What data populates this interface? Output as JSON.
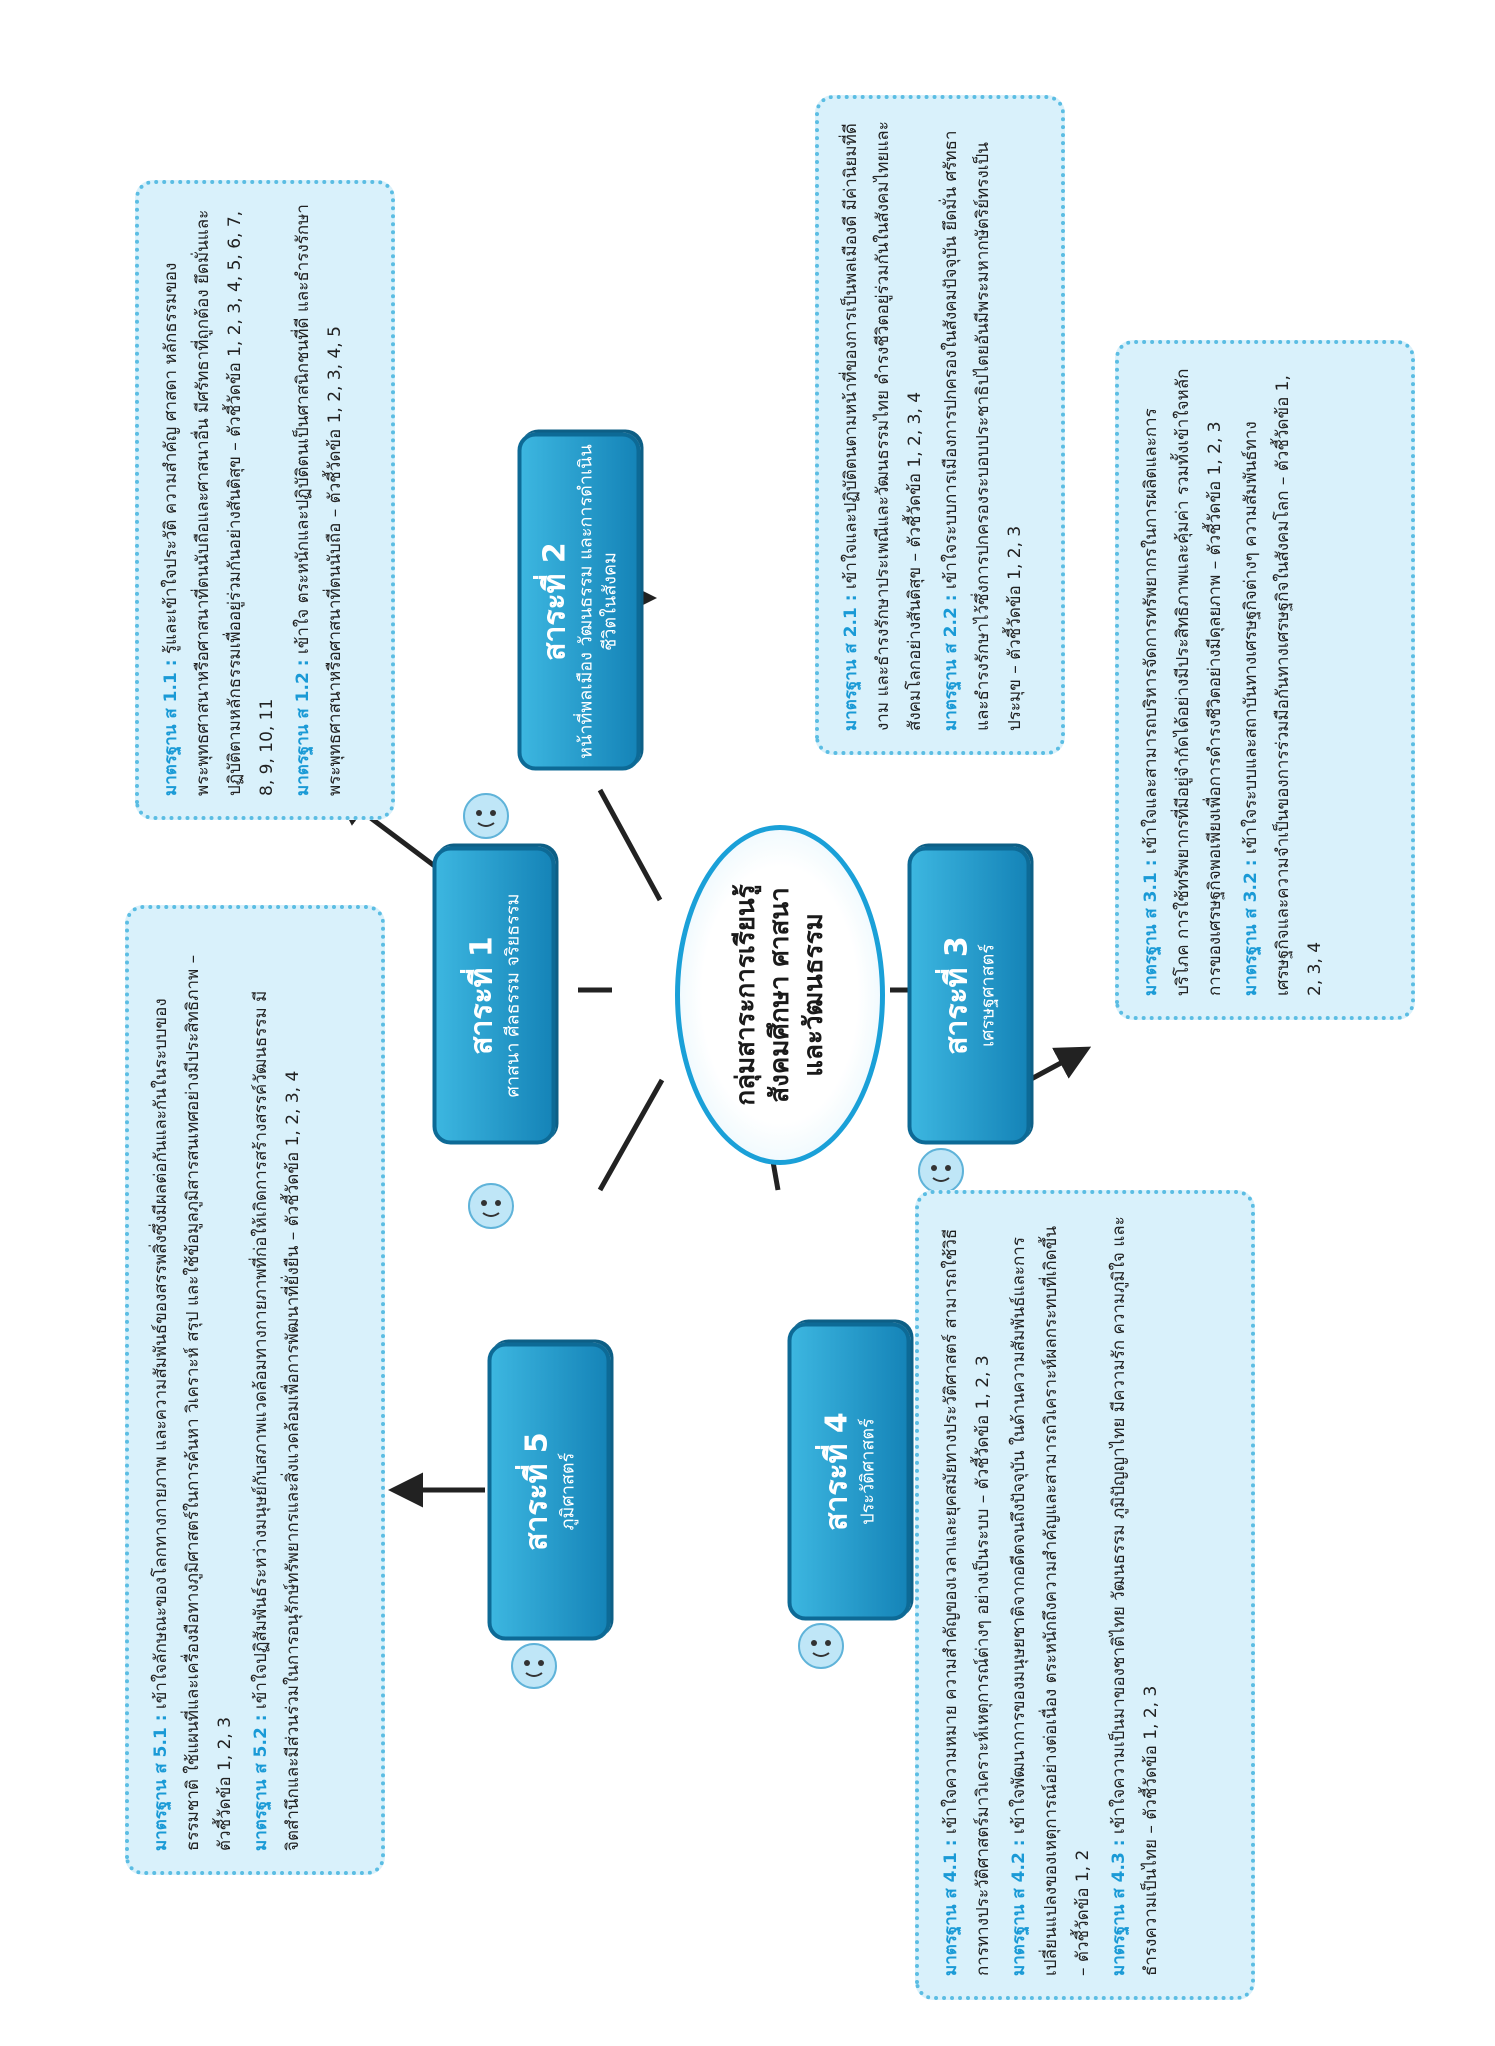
{
  "center": {
    "lines": [
      "กลุ่มสาระการเรียนรู้",
      "สังคมศึกษา ศาสนา",
      "และวัฒนธรรม"
    ]
  },
  "nodes": [
    {
      "id": "1",
      "title": "สาระที่ 1",
      "subtitle": "ศาสนา ศีลธรรม จริยธรรม"
    },
    {
      "id": "2",
      "title": "สาระที่ 2",
      "subtitle": "หน้าที่พลเมือง วัฒนธรรม และการดำเนินชีวิตในสังคม"
    },
    {
      "id": "3",
      "title": "สาระที่ 3",
      "subtitle": "เศรษฐศาสตร์"
    },
    {
      "id": "4",
      "title": "สาระที่ 4",
      "subtitle": "ประวัติศาสตร์"
    },
    {
      "id": "5",
      "title": "สาระที่ 5",
      "subtitle": "ภูมิศาสตร์"
    }
  ],
  "boxes": {
    "s1": [
      {
        "label": "มาตรฐาน ส 1.1 :",
        "text": "รู้และเข้าใจประวัติ ความสำคัญ ศาสดา หลักธรรมของพระพุทธศาสนาหรือศาสนาที่ตนนับถือและศาสนาอื่น มีศรัทธาที่ถูกต้อง ยึดมั่นและปฏิบัติตามหลักธรรมเพื่ออยู่ร่วมกันอย่างสันติสุข – ตัวชี้วัดข้อ 1, 2, 3, 4, 5, 6, 7, 8, 9, 10, 11"
      },
      {
        "label": "มาตรฐาน ส 1.2 :",
        "text": "เข้าใจ ตระหนักและปฏิบัติตนเป็นศาสนิกชนที่ดี และธำรงรักษาพระพุทธศาสนาหรือศาสนาที่ตนนับถือ – ตัวชี้วัดข้อ 1, 2, 3, 4, 5"
      }
    ],
    "s2": [
      {
        "label": "มาตรฐาน ส 2.1 :",
        "text": "เข้าใจและปฏิบัติตนตามหน้าที่ของการเป็นพลเมืองดี มีค่านิยมที่ดีงาม และธำรงรักษาประเพณีและวัฒนธรรมไทย ดำรงชีวิตอยู่ร่วมกันในสังคมไทยและสังคมโลกอย่างสันติสุข – ตัวชี้วัดข้อ 1, 2, 3, 4"
      },
      {
        "label": "มาตรฐาน ส 2.2 :",
        "text": "เข้าใจระบบการเมืองการปกครองในสังคมปัจจุบัน ยึดมั่น ศรัทธา และธำรงรักษาไว้ซึ่งการปกครองระบอบประชาธิปไตยอันมีพระมหากษัตริย์ทรงเป็นประมุข – ตัวชี้วัดข้อ 1, 2, 3"
      }
    ],
    "s3": [
      {
        "label": "มาตรฐาน ส 3.1 :",
        "text": "เข้าใจและสามารถบริหารจัดการทรัพยากรในการผลิตและการบริโภค การใช้ทรัพยากรที่มีอยู่จำกัดได้อย่างมีประสิทธิภาพและคุ้มค่า รวมทั้งเข้าใจหลักการของเศรษฐกิจพอเพียงเพื่อการดำรงชีวิตอย่างมีดุลยภาพ – ตัวชี้วัดข้อ 1, 2, 3"
      },
      {
        "label": "มาตรฐาน ส 3.2 :",
        "text": "เข้าใจระบบและสถาบันทางเศรษฐกิจต่างๆ ความสัมพันธ์ทางเศรษฐกิจและความจำเป็นของการร่วมมือกันทางเศรษฐกิจในสังคมโลก – ตัวชี้วัดข้อ 1, 2, 3, 4"
      }
    ],
    "s4": [
      {
        "label": "มาตรฐาน ส 4.1 :",
        "text": "เข้าใจความหมาย ความสำคัญของเวลาและยุคสมัยทางประวัติศาสตร์ สามารถใช้วิธีการทางประวัติศาสตร์มาวิเคราะห์เหตุการณ์ต่างๆ อย่างเป็นระบบ – ตัวชี้วัดข้อ 1, 2, 3"
      },
      {
        "label": "มาตรฐาน ส 4.2 :",
        "text": "เข้าใจพัฒนาการของมนุษยชาติจากอดีตจนถึงปัจจุบัน ในด้านความสัมพันธ์และการเปลี่ยนแปลงของเหตุการณ์อย่างต่อเนื่อง ตระหนักถึงความสำคัญและสามารถวิเคราะห์ผลกระทบที่เกิดขึ้น – ตัวชี้วัดข้อ 1, 2"
      },
      {
        "label": "มาตรฐาน ส 4.3 :",
        "text": "เข้าใจความเป็นมาของชาติไทย วัฒนธรรม ภูมิปัญญาไทย มีความรัก ความภูมิใจ และธำรงความเป็นไทย – ตัวชี้วัดข้อ 1, 2, 3"
      }
    ],
    "s5": [
      {
        "label": "มาตรฐาน ส 5.1 :",
        "text": "เข้าใจลักษณะของโลกทางกายภาพ และความสัมพันธ์ของสรรพสิ่งซึ่งมีผลต่อกันและกันในระบบของธรรมชาติ ใช้แผนที่และเครื่องมือทางภูมิศาสตร์ในการค้นหา วิเคราะห์ สรุป และใช้ข้อมูลภูมิสารสนเทศอย่างมีประสิทธิภาพ – ตัวชี้วัดข้อ 1, 2, 3"
      },
      {
        "label": "มาตรฐาน ส 5.2 :",
        "text": "เข้าใจปฏิสัมพันธ์ระหว่างมนุษย์กับสภาพแวดล้อมทางกายภาพที่ก่อให้เกิดการสร้างสรรค์วัฒนธรรม มีจิตสำนึกและมีส่วนร่วมในการอนุรักษ์ทรัพยากรและสิ่งแวดล้อมเพื่อการพัฒนาที่ยั่งยืน – ตัวชี้วัดข้อ 1, 2, 3, 4"
      }
    ]
  }
}
